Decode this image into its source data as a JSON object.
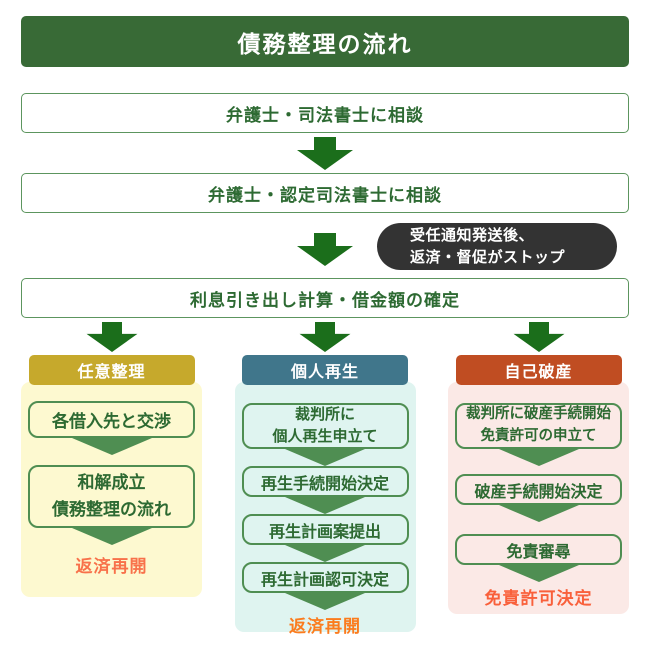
{
  "title": "債務整理の流れ",
  "flow": {
    "step1": "弁護士・司法書士に相談",
    "step2": "弁護士・認定司法書士に相談",
    "step3": "利息引き出し計算・借金額の確定",
    "note": "受任通知発送後、\n返済・督促がストップ"
  },
  "columns": [
    {
      "header": "任意整理",
      "steps": [
        "各借入先と交渉",
        "和解成立\n債務整理の流れ"
      ],
      "result": "返済再開",
      "colors": {
        "header_bg": "#c6a92c",
        "panel_bg": "#fdf9d0",
        "result_text": "#f8714a"
      }
    },
    {
      "header": "個人再生",
      "steps": [
        "裁判所に\n個人再生申立て",
        "再生手続開始決定",
        "再生計画案提出",
        "再生計画認可決定"
      ],
      "result": "返済再開",
      "colors": {
        "header_bg": "#40768b",
        "panel_bg": "#dff4f0",
        "result_text": "#fb7c1e"
      }
    },
    {
      "header": "自己破産",
      "steps": [
        "裁判所に破産手続開始\n免責許可の申立て",
        "破産手続開始決定",
        "免責審尋"
      ],
      "result": "免責許可決定",
      "colors": {
        "header_bg": "#c04d22",
        "panel_bg": "#fbe9e6",
        "result_text": "#f9603b"
      }
    }
  ],
  "theme": {
    "title_bg": "#386a36",
    "box_border": "#5c955e",
    "box_text": "#2d6a32",
    "big_arrow": "#1b6e1b",
    "small_arrow": "#4f8e52",
    "note_bg": "#333333",
    "note_text": "#ffffff"
  }
}
